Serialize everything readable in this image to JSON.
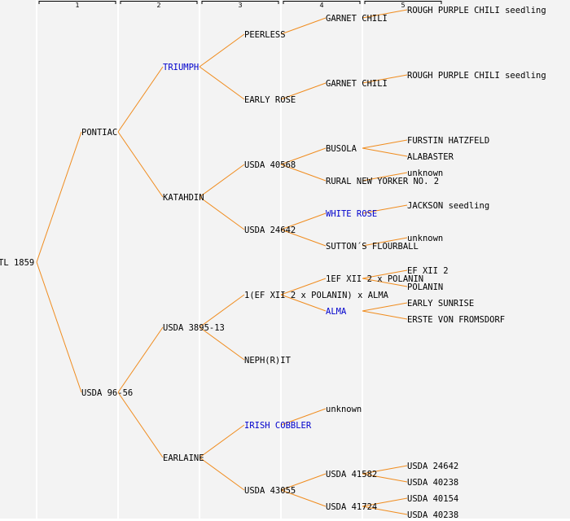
{
  "title": "Pedigree tree",
  "colors": {
    "background": "#f3f3f3",
    "separator": "#ffffff",
    "link": "#f08c1e",
    "text": "#000000",
    "highlight_text": "#0000cc",
    "header": "#000000"
  },
  "generations": [
    "1",
    "2",
    "3",
    "4",
    "5"
  ],
  "tree": {
    "name": "TL 1859",
    "children": [
      {
        "name": "PONTIAC",
        "children": [
          {
            "name": "TRIUMPH",
            "highlight": true,
            "children": [
              {
                "name": "PEERLESS",
                "children": [
                  {
                    "name": "GARNET CHILI",
                    "children": [
                      {
                        "name": "ROUGH PURPLE CHILI seedling"
                      }
                    ]
                  }
                ]
              },
              {
                "name": "EARLY ROSE",
                "children": [
                  {
                    "name": "GARNET CHILI",
                    "children": [
                      {
                        "name": "ROUGH PURPLE CHILI seedling"
                      }
                    ]
                  }
                ]
              }
            ]
          },
          {
            "name": "KATAHDIN",
            "children": [
              {
                "name": "USDA 40568",
                "children": [
                  {
                    "name": "BUSOLA",
                    "children": [
                      {
                        "name": "FURSTIN HATZFELD"
                      },
                      {
                        "name": "ALABASTER"
                      }
                    ]
                  },
                  {
                    "name": "RURAL NEW YORKER NO. 2",
                    "children": [
                      {
                        "name": "unknown"
                      }
                    ]
                  }
                ]
              },
              {
                "name": "USDA 24642",
                "children": [
                  {
                    "name": "WHITE ROSE",
                    "highlight": true,
                    "children": [
                      {
                        "name": "JACKSON seedling"
                      }
                    ]
                  },
                  {
                    "name": "SUTTON´S FLOURBALL",
                    "children": [
                      {
                        "name": "unknown"
                      }
                    ]
                  }
                ]
              }
            ]
          }
        ]
      },
      {
        "name": "USDA 96-56",
        "children": [
          {
            "name": "USDA 3895-13",
            "children": [
              {
                "name": "1(EF XII 2 x POLANIN) x ALMA",
                "children": [
                  {
                    "name": "1EF XII 2 x POLANIN",
                    "children": [
                      {
                        "name": "EF XII 2"
                      },
                      {
                        "name": "POLANIN"
                      }
                    ]
                  },
                  {
                    "name": "ALMA",
                    "highlight": true,
                    "children": [
                      {
                        "name": "EARLY SUNRISE"
                      },
                      {
                        "name": "ERSTE VON FROMSDORF"
                      }
                    ]
                  }
                ]
              },
              {
                "name": "NEPH(R)IT"
              }
            ]
          },
          {
            "name": "EARLAINE",
            "children": [
              {
                "name": "IRISH COBBLER",
                "highlight": true,
                "children": [
                  {
                    "name": "unknown"
                  }
                ]
              },
              {
                "name": "USDA 43055",
                "children": [
                  {
                    "name": "USDA 41582",
                    "children": [
                      {
                        "name": "USDA 24642"
                      },
                      {
                        "name": "USDA 40238"
                      }
                    ]
                  },
                  {
                    "name": "USDA 41724",
                    "children": [
                      {
                        "name": "USDA 40154"
                      },
                      {
                        "name": "USDA 40238"
                      }
                    ]
                  }
                ]
              }
            ]
          }
        ]
      }
    ]
  }
}
